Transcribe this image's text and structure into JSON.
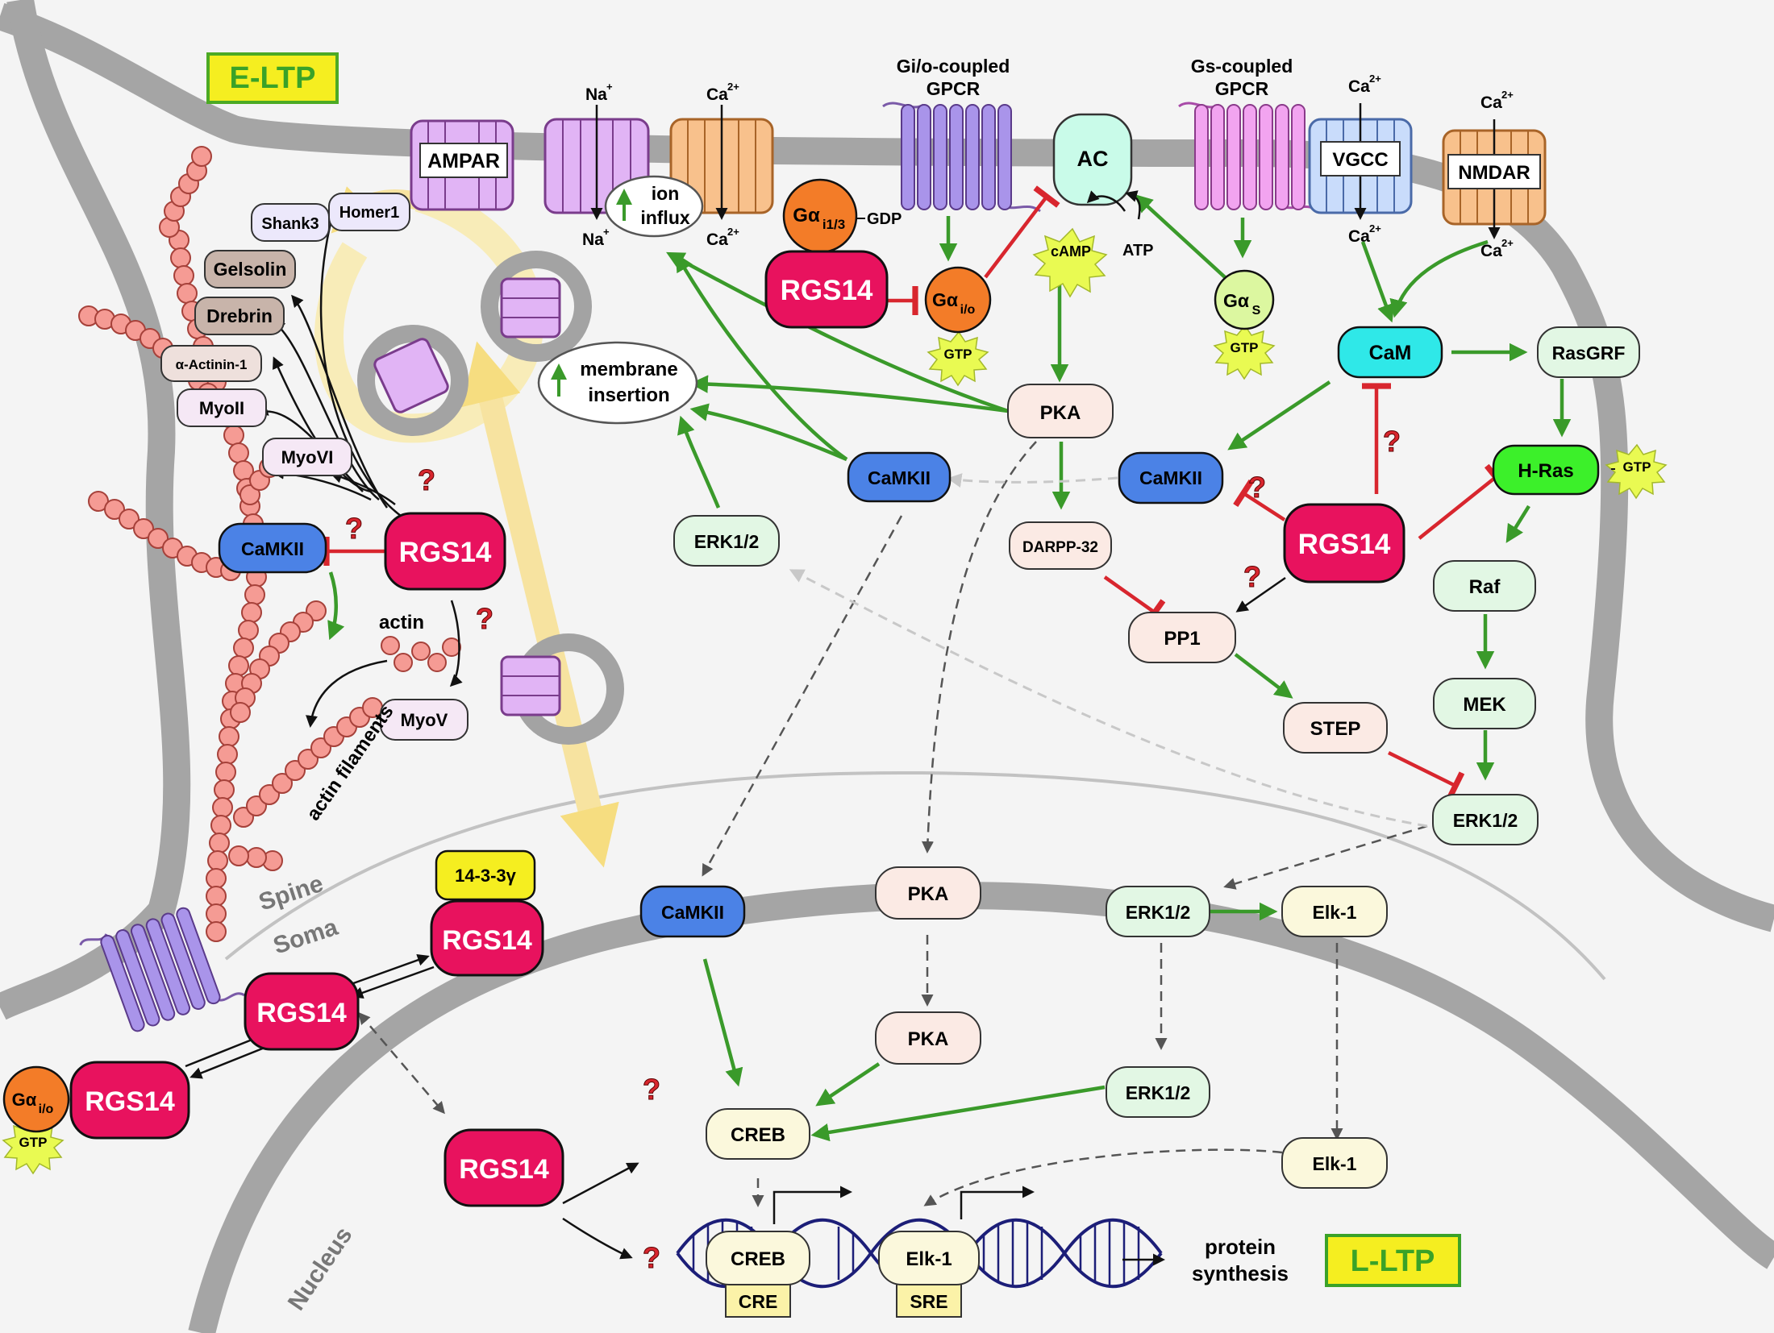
{
  "badges": {
    "eltp": "E-LTP",
    "lltp": "L-LTP"
  },
  "regions": {
    "spine": "Spine",
    "soma": "Soma",
    "nucleus": "Nucleus"
  },
  "receptors": {
    "ampar": "AMPAR",
    "na_top": "Na",
    "na_bottom": "Na",
    "na_sup": "+",
    "ca_a_top": "Ca",
    "ca_a_bottom": "Ca",
    "ca_sup": "2+",
    "gio_gpcr_line1": "Gi/o-coupled",
    "gio_gpcr_line2": "GPCR",
    "ac": "AC",
    "gs_gpcr_line1": "Gs-coupled",
    "gs_gpcr_line2": "GPCR",
    "vgcc": "VGCC",
    "ca_v_top": "Ca",
    "ca_v_bottom": "Ca",
    "nmdar": "NMDAR",
    "ca_n_top": "Ca",
    "ca_n_bottom": "Ca"
  },
  "labels": {
    "ion_influx_1": "ion",
    "ion_influx_2": "influx",
    "membrane_1": "membrane",
    "membrane_2": "insertion",
    "camp": "cAMP",
    "atp": "ATP",
    "gtp": "GTP",
    "gdp": "GDP",
    "actin": "actin",
    "actin_filaments": "actin filaments",
    "protein_1": "protein",
    "protein_2": "synthesis",
    "question": "?"
  },
  "nodes": {
    "shank3": "Shank3",
    "homer1": "Homer1",
    "gelsolin": "Gelsolin",
    "drebrin": "Drebrin",
    "actinin": "α-Actinin-1",
    "myoii": "MyoII",
    "myovi": "MyoVI",
    "myov": "MyoV",
    "camkii_left": "CaMKII",
    "rgs14_left": "RGS14",
    "gai13_main": "Gα",
    "gai13_sub": "i1/3",
    "rgs14_top": "RGS14",
    "gaio_main": "Gα",
    "gaio_sub": "i/o",
    "gas_main": "Gα",
    "gas_sub": "S",
    "pka": "PKA",
    "camkii_mid": "CaMKII",
    "erk12_mid": "ERK1/2",
    "darpp32": "DARPP-32",
    "camkii_right": "CaMKII",
    "cam": "CaM",
    "rasgrf": "RasGRF",
    "hras": "H-Ras",
    "rgs14_right": "RGS14",
    "pp1": "PP1",
    "raf": "Raf",
    "step": "STEP",
    "mek": "MEK",
    "erk12_right": "ERK1/2",
    "rgs14_14": "RGS14",
    "p1433": "14-3-3γ",
    "rgs14_soma": "RGS14",
    "rgs14_bottom": "RGS14",
    "gaio_bottom_main": "Gα",
    "gaio_bottom_sub": "i/o",
    "camkii_soma": "CaMKII",
    "pka_soma": "PKA",
    "erk12_soma": "ERK1/2",
    "elk1_soma": "Elk-1",
    "pka_nuc": "PKA",
    "erk12_nuc": "ERK1/2",
    "creb": "CREB",
    "elk1_nuc": "Elk-1",
    "rgs14_nuc": "RGS14",
    "creb_dna": "CREB",
    "cre": "CRE",
    "elk1_dna": "Elk-1",
    "sre": "SRE"
  }
}
